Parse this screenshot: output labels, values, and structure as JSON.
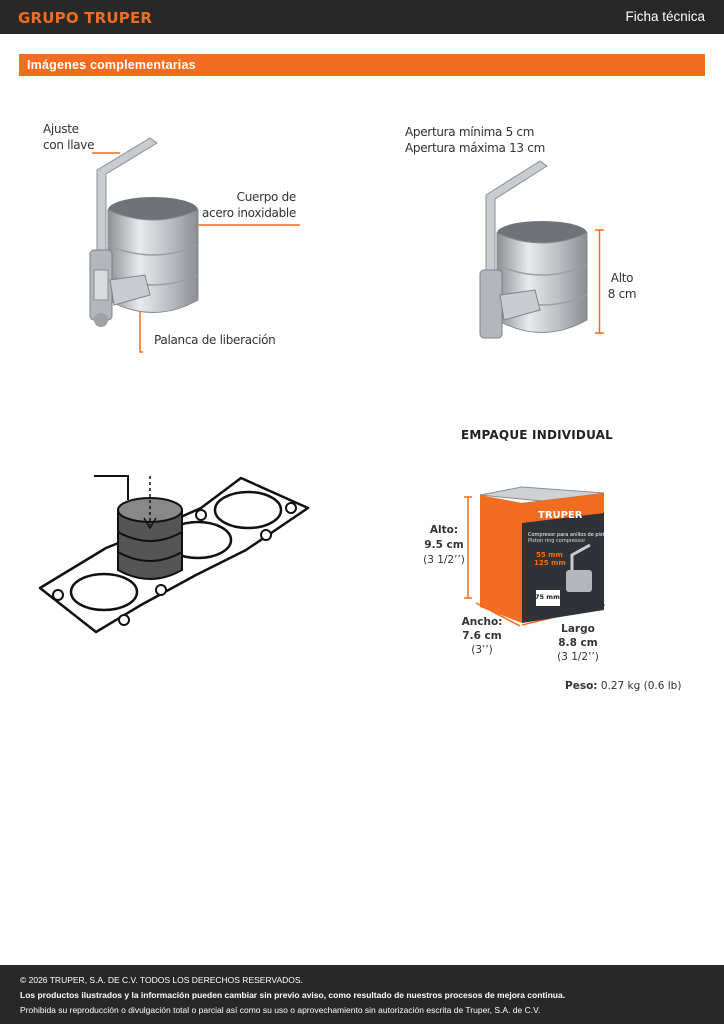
{
  "header": {
    "brand": "GRUPO TRUPER",
    "doc_type": "Ficha técnica"
  },
  "section": {
    "title": "Imágenes complementarias"
  },
  "product_view_1": {
    "label_adjust_line1": "Ajuste",
    "label_adjust_line2": "con llave",
    "label_body_line1": "Cuerpo de",
    "label_body_line2": "acero inoxidable",
    "label_lever": "Palanca de liberación"
  },
  "product_view_2": {
    "opening_min": "Apertura mínima 5 cm",
    "opening_max": "Apertura máxima 13 cm",
    "height_label": "Alto",
    "height_value": "8 cm"
  },
  "package": {
    "title": "EMPAQUE INDIVIDUAL",
    "height_label": "Alto:",
    "height_cm": "9.5 cm",
    "height_in": "(3 1/2’’)",
    "width_label": "Ancho:",
    "width_cm": "7.6 cm",
    "width_in": "(3’’)",
    "length_label": "Largo",
    "length_cm": "8.8 cm",
    "length_in": "(3 1/2’’)",
    "weight_label": "Peso:",
    "weight_value": "0.27 kg (0.6 lb)",
    "box_brand": "TRUPER",
    "box_desc_es": "Compresor para anillos de pistón",
    "box_desc_en": "Piston ring compressor",
    "box_range_min": "55 mm",
    "box_range_max": "125 mm",
    "box_height": "75 mm"
  },
  "footer": {
    "copyright": "© 2026 TRUPER, S.A. DE C.V. TODOS LOS DERECHOS RESERVADOS.",
    "notice": "Los productos ilustrados y la información pueden cambiar sin previo aviso, como resultado de nuestros procesos de mejora continua.",
    "prohibition": "Prohibida su reproducción o divulgación total o parcial así como su uso o aprovechamiento sin autorización escrita de Truper, S.A. de C.V."
  },
  "colors": {
    "accent": "#f26d21",
    "dark": "#282828",
    "box_dark": "#2f3236"
  }
}
